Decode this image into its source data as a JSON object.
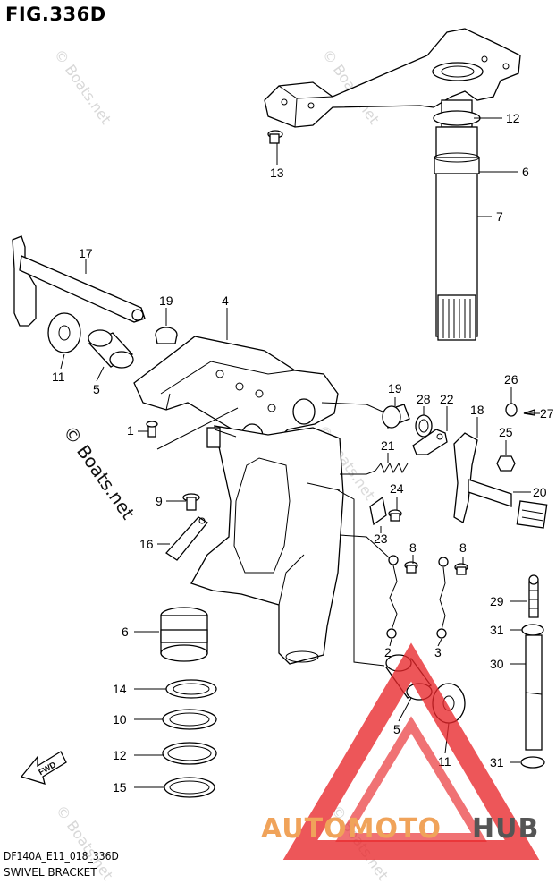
{
  "header": {
    "figure_title": "FIG.336D"
  },
  "footer": {
    "code": "DF140A_E11_018_336D",
    "name": "SWIVEL BRACKET"
  },
  "fwd_label": "FWD",
  "watermark": {
    "site": "© Boats.net",
    "brand_part1": "AUTOMOTO",
    "brand_part2": "HUB",
    "brand_color_1": "#f0a35a",
    "brand_color_2": "#555555",
    "triangle_color": "#e8262a"
  },
  "callouts": {
    "c1": "1",
    "c2": "2",
    "c3": "3",
    "c4": "4",
    "c5a": "5",
    "c5b": "5",
    "c6a": "6",
    "c6b": "6",
    "c7": "7",
    "c8a": "8",
    "c8b": "8",
    "c9": "9",
    "c10": "10",
    "c11a": "11",
    "c11b": "11",
    "c12a": "12",
    "c12b": "12",
    "c13": "13",
    "c14": "14",
    "c15": "15",
    "c16": "16",
    "c17": "17",
    "c18": "18",
    "c19a": "19",
    "c19b": "19",
    "c20": "20",
    "c21": "21",
    "c22": "22",
    "c23": "23",
    "c24": "24",
    "c25": "25",
    "c26": "26",
    "c27": "27",
    "c28": "28",
    "c29": "29",
    "c30": "30",
    "c31a": "31",
    "c31b": "31"
  }
}
